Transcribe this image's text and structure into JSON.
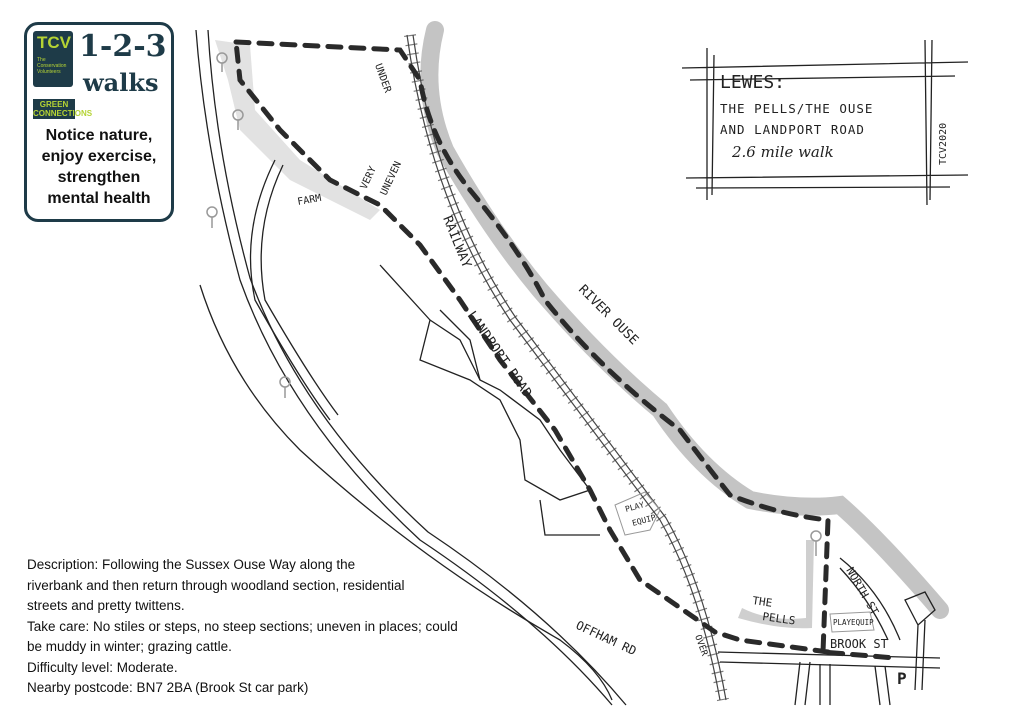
{
  "logo": {
    "brand": "TCV",
    "brand_sub": "The Conservation Volunteers",
    "badge": "GREEN CONNECTIONS",
    "title_numbers": "1-2-3",
    "title_word": "walks",
    "tagline": [
      "Notice nature,",
      "enjoy exercise,",
      "strengthen",
      "mental health"
    ]
  },
  "title_box": {
    "town": "LEWES:",
    "line1": "THE PELLS/THE OUSE",
    "line2": "AND LANDPORT ROAD",
    "distance": "2.6 mile walk",
    "credit": "TCV2020"
  },
  "map_labels": {
    "under": "UNDER",
    "very_uneven": [
      "VERY",
      "UNEVEN"
    ],
    "farm": "FARM",
    "railway": "RAILWAY",
    "landport_road": "LANDPORT ROAD",
    "river_ouse": "RIVER OUSE",
    "play_equip_1": [
      "PLAY",
      "EQUIP"
    ],
    "play_equip_2": "PLAYEQUIP",
    "the_pells": [
      "THE",
      "PELLS"
    ],
    "north_st": "NORTH ST",
    "brook_st": "BROOK ST",
    "parking": "P",
    "offham_rd": "OFFHAM RD",
    "over": "OVER"
  },
  "description": [
    "Description: Following the Sussex Ouse Way along the",
    "riverbank and then return through woodland section, residential",
    "streets and pretty twittens.",
    "Take care: No stiles or steps, no steep sections; uneven in places; could",
    "be muddy in winter; grazing cattle.",
    "Difficulty level: Moderate.",
    "Nearby postcode: BN7 2BA (Brook St car park)"
  ],
  "colors": {
    "river": "#c4c4c4",
    "route": "#2a2a2a",
    "logo": "#1e3b48",
    "logo_accent": "#b5d334"
  }
}
